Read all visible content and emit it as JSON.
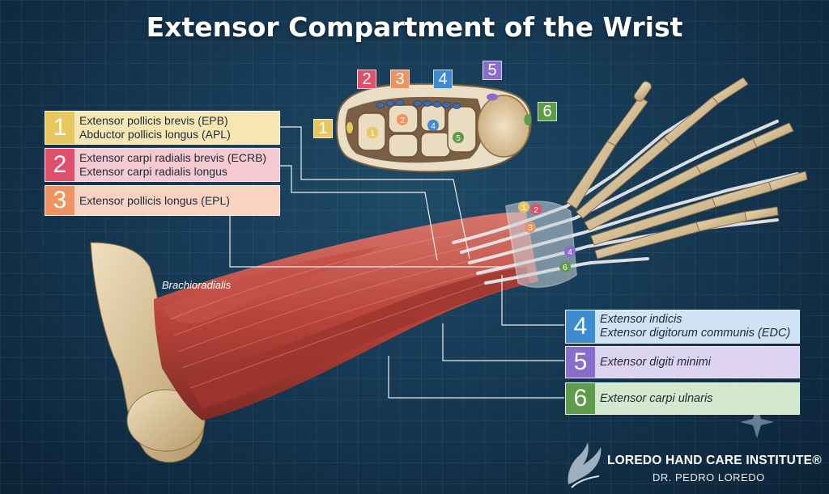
{
  "title": "Extensor Compartment of the Wrist",
  "left_labels": [
    {
      "num": "1",
      "lines": [
        "Extensor pollicis brevis (EPB)",
        "Abductor pollicis longus (APL)"
      ],
      "color": "#f6e6b4",
      "num_color": "#e9c75f"
    },
    {
      "num": "2",
      "lines": [
        "Extensor carpi radialis brevis (ECRB)",
        "Extensor carpi radialis longus"
      ],
      "color": "#f5c9d2",
      "num_color": "#e0506d"
    },
    {
      "num": "3",
      "lines": [
        "Extensor pollicis longus (EPL)"
      ],
      "color": "#f8d3bf",
      "num_color": "#ee9462"
    }
  ],
  "right_labels": [
    {
      "num": "4",
      "lines": [
        "Extensor indicis",
        "Extensor digitorum communis (EDC)"
      ],
      "color": "#cfe3f4",
      "num_color": "#3f8bd0"
    },
    {
      "num": "5",
      "lines": [
        "Extensor digiti minimi"
      ],
      "color": "#ddd3f2",
      "num_color": "#8a6ccf"
    },
    {
      "num": "6",
      "lines": [
        "Extensor carpi ulnaris"
      ],
      "color": "#d3e8cc",
      "num_color": "#5e9c4c"
    }
  ],
  "cross_section_tags": [
    {
      "num": "2",
      "color": "#e0506d"
    },
    {
      "num": "3",
      "color": "#ee9462"
    },
    {
      "num": "4",
      "color": "#3f8bd0"
    },
    {
      "num": "5",
      "color": "#8a6ccf"
    },
    {
      "num": "1",
      "color": "#e9c75f"
    },
    {
      "num": "6",
      "color": "#5e9c4c"
    }
  ],
  "section_markers": [
    "1",
    "2",
    "4",
    "5"
  ],
  "wrist_markers": [
    "1",
    "2",
    "3",
    "4",
    "6"
  ],
  "muscle_label": "Brachioradialis",
  "logo": {
    "name": "LOREDO HAND CARE INSTITUTE®",
    "doctor": "DR. PEDRO LOREDO"
  }
}
